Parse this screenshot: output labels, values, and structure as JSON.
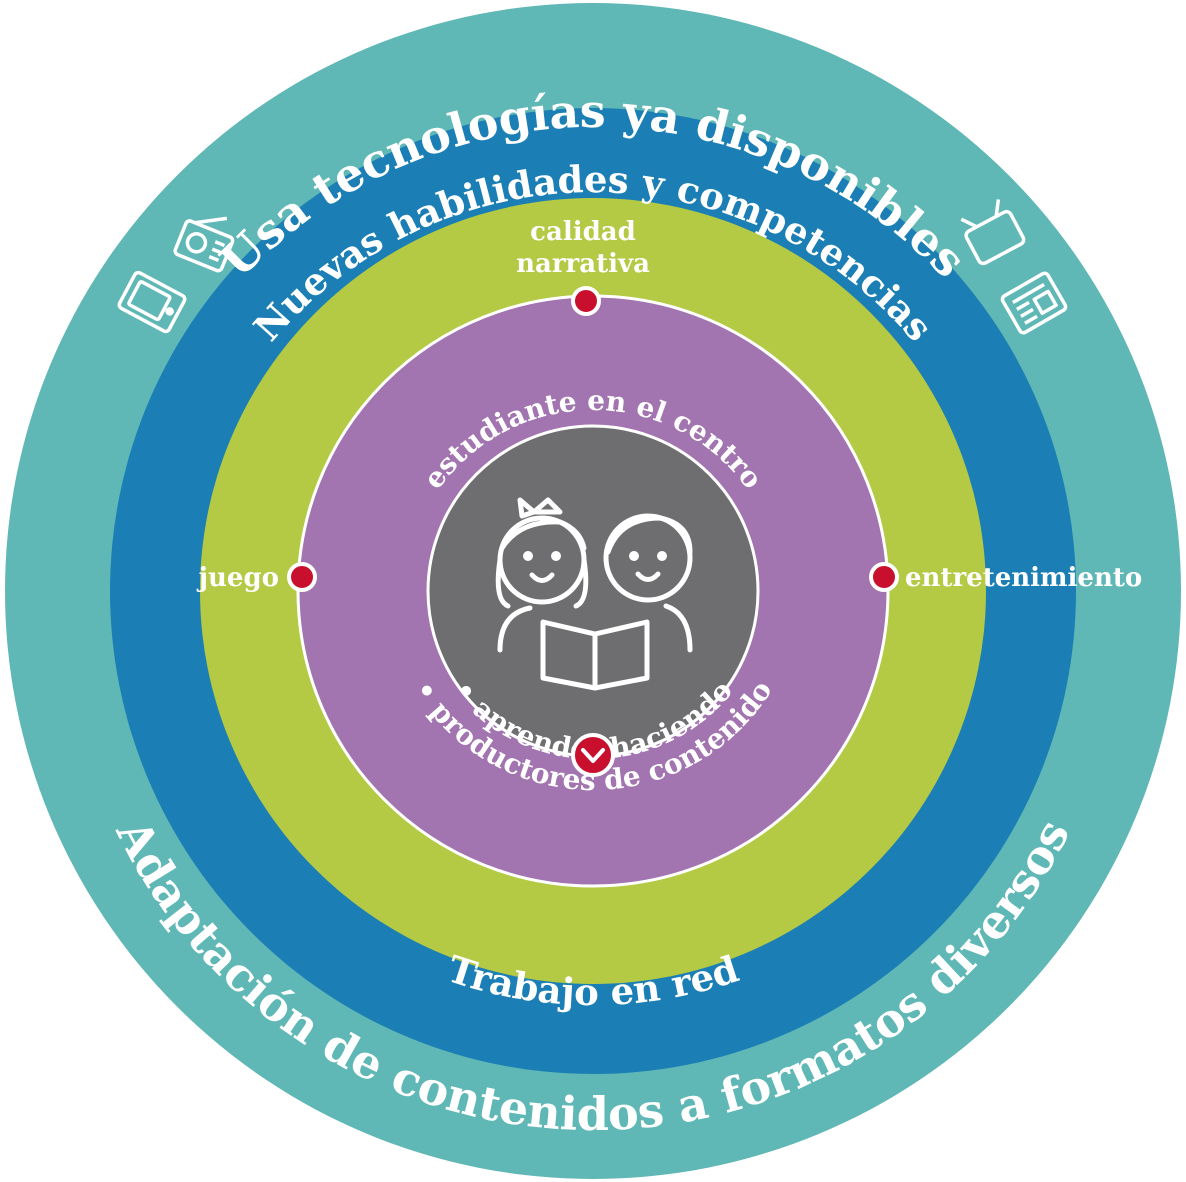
{
  "colors": {
    "outer_ring": "#5fb8b5",
    "second_ring": "#1b7fb5",
    "third_ring": "#b4c944",
    "fourth_ring": "#a274b0",
    "center": "#6e6d6f",
    "marker": "#c8102e",
    "text": "#ffffff"
  },
  "rings": {
    "outer_top": "Usa tecnologías ya disponibles",
    "outer_bottom": "Adaptación de contenidos a formatos diversos",
    "second_top": "Nuevas habilidades y competencias",
    "second_bottom": "Trabajo en red",
    "inner_top": "estudiante en el centro",
    "inner_bottom_1": "• aprender haciendo",
    "inner_bottom_2": "• productores de contenido"
  },
  "points": {
    "top_line1": "calidad",
    "top_line2": "narrativa",
    "left": "juego",
    "right": "entretenimiento"
  },
  "icons": [
    "tv-icon",
    "radio-icon",
    "tablet-icon",
    "newspaper-icon",
    "children-reading-icon",
    "chevron-down-icon"
  ]
}
